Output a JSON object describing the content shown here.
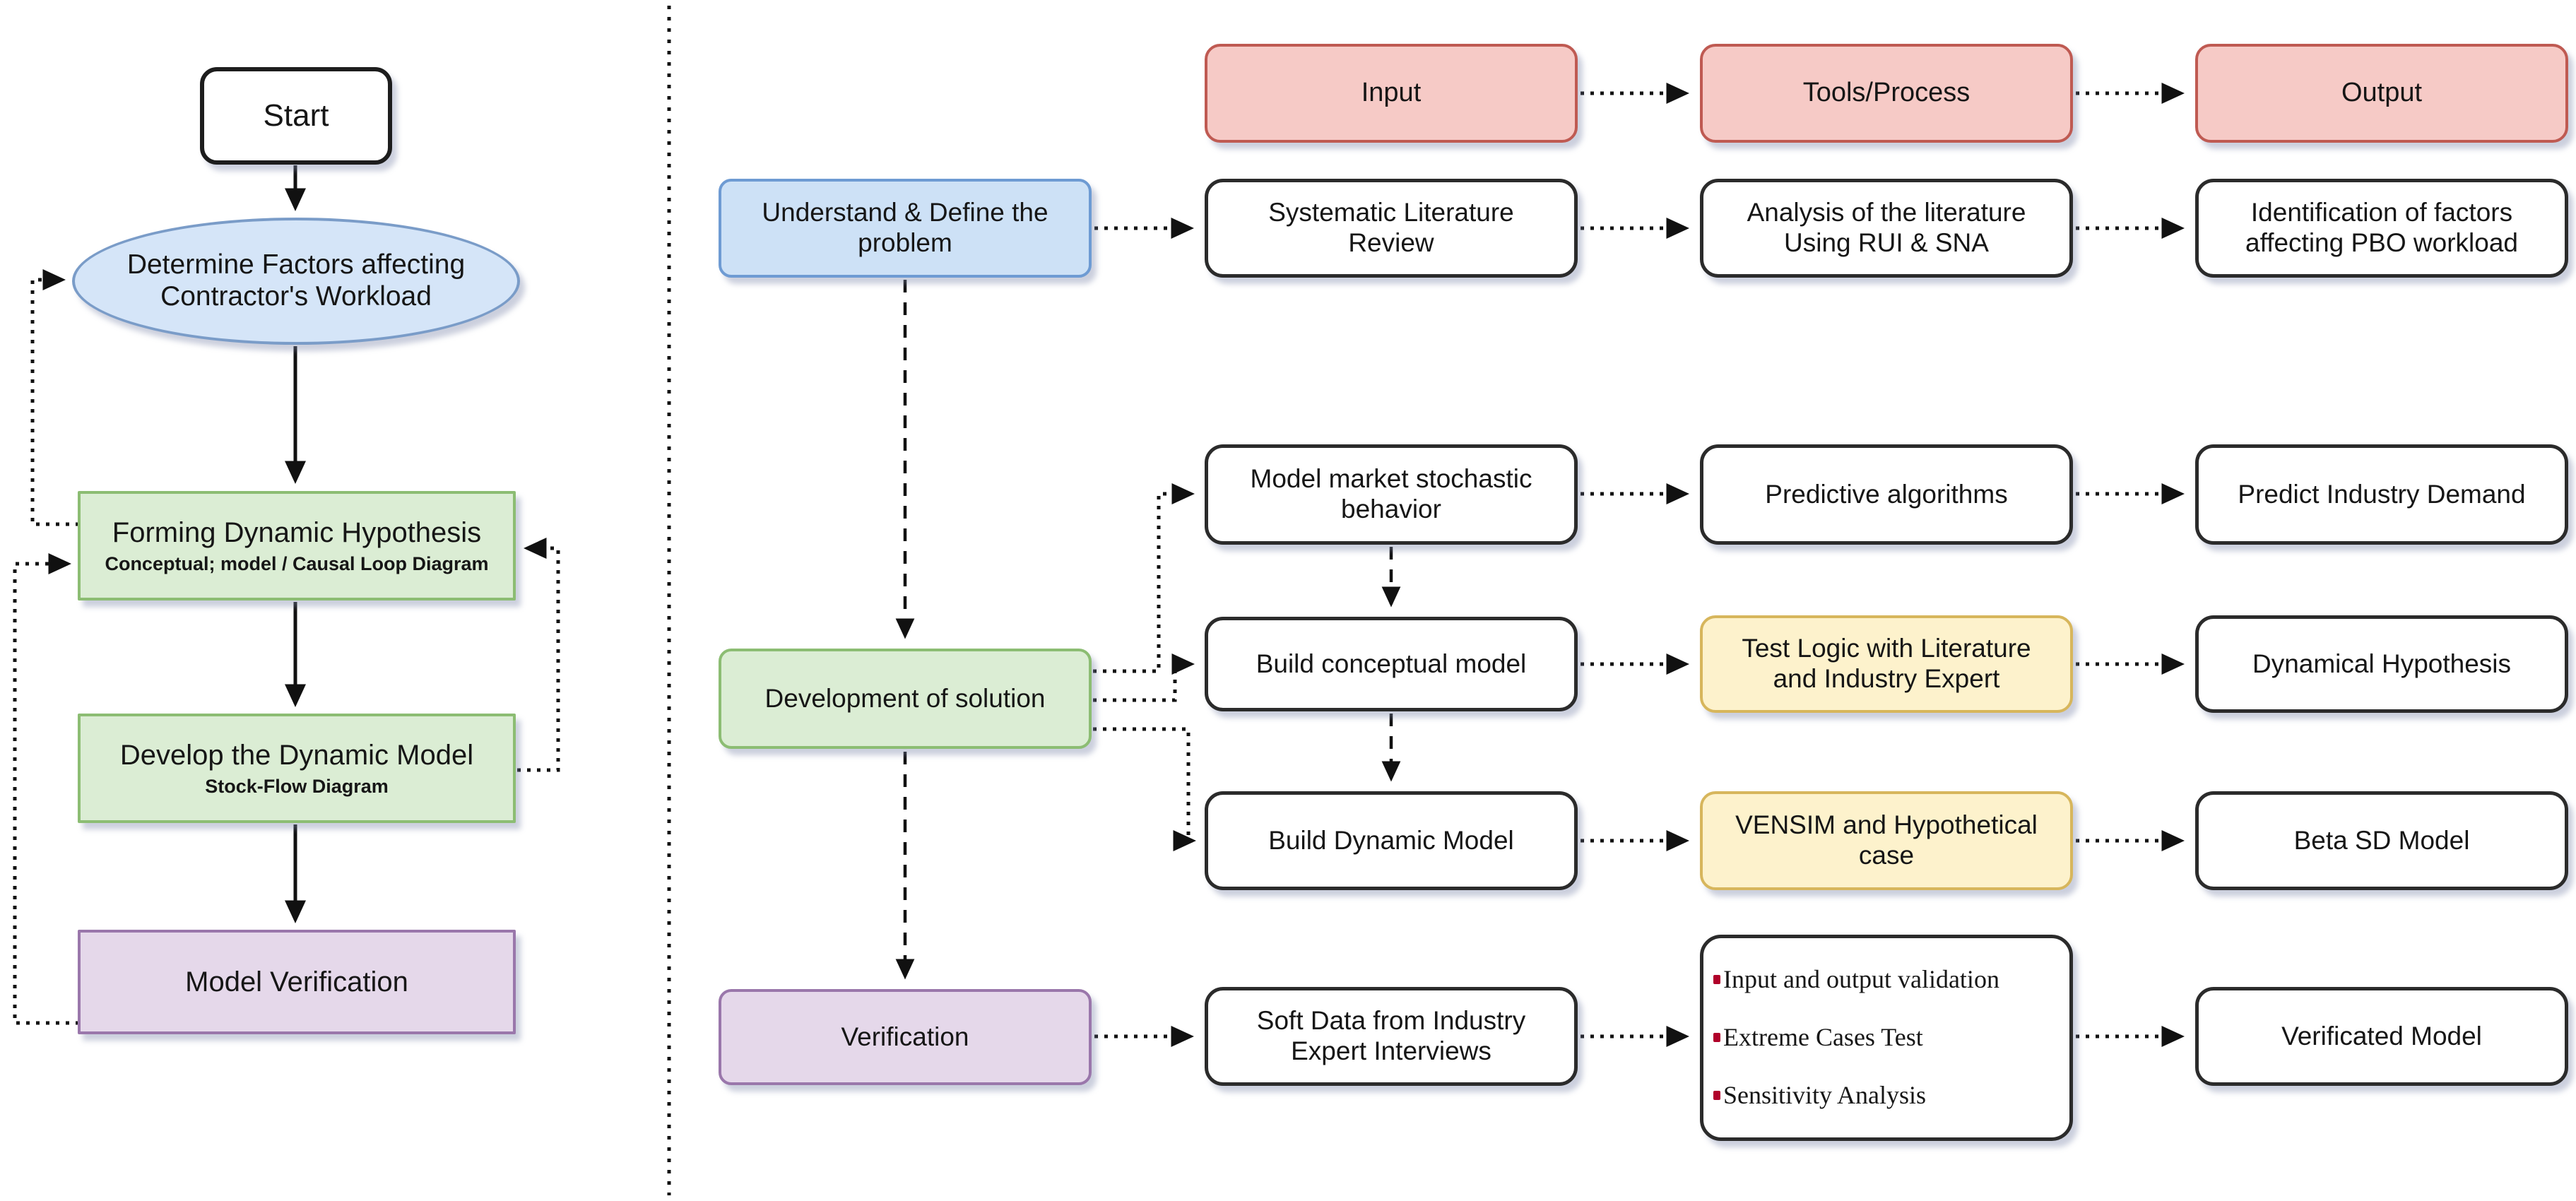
{
  "left_flow": {
    "start": "Start",
    "determine": "Determine Factors affecting Contractor's Workload",
    "forming_title": "Forming Dynamic Hypothesis",
    "forming_sub": "Conceptual; model / Causal Loop Diagram",
    "develop_title": "Develop the Dynamic Model",
    "develop_sub": "Stock-Flow Diagram",
    "model_verification": "Model Verification"
  },
  "headers": {
    "input": "Input",
    "tools": "Tools/Process",
    "output": "Output"
  },
  "stages": {
    "understand": "Understand & Define the problem",
    "development": "Development of solution",
    "verification": "Verification"
  },
  "rows": {
    "r1_input": "Systematic Literature Review",
    "r1_tools": "Analysis of the literature Using RUI & SNA",
    "r1_output": "Identification of factors affecting PBO workload",
    "r2_input": "Model market stochastic behavior",
    "r2_tools": "Predictive algorithms",
    "r2_output": "Predict Industry Demand",
    "r3_input": "Build conceptual model",
    "r3_tools": "Test Logic with Literature and Industry Expert",
    "r3_output": "Dynamical Hypothesis",
    "r4_input": "Build Dynamic Model",
    "r4_tools": "VENSIM and Hypothetical case",
    "r4_output": "Beta SD Model",
    "r5_input": "Soft Data from Industry Expert Interviews",
    "r5_tools_items": [
      "Input and output validation",
      "Extreme Cases Test",
      "Sensitivity Analysis"
    ],
    "r5_output": "Verificated Model"
  },
  "colors": {
    "pink_fill": "#f6cac6",
    "pink_border": "#bf5a52",
    "blue_fill": "#cde1f6",
    "blue_border": "#6e9bd3",
    "ellipse_fill": "#d5e5f8",
    "ellipse_border": "#7a9cc8",
    "green_fill": "#dbedd4",
    "green_border": "#8cbd73",
    "purple_fill": "#e5d8ea",
    "purple_border": "#9a77ab",
    "yellow_fill": "#fdf2cc",
    "yellow_border": "#d7b65c",
    "white_fill": "#ffffff",
    "dark_border": "#2b2b2b",
    "bullet_red": "#b0002a",
    "line_black": "#111111"
  }
}
